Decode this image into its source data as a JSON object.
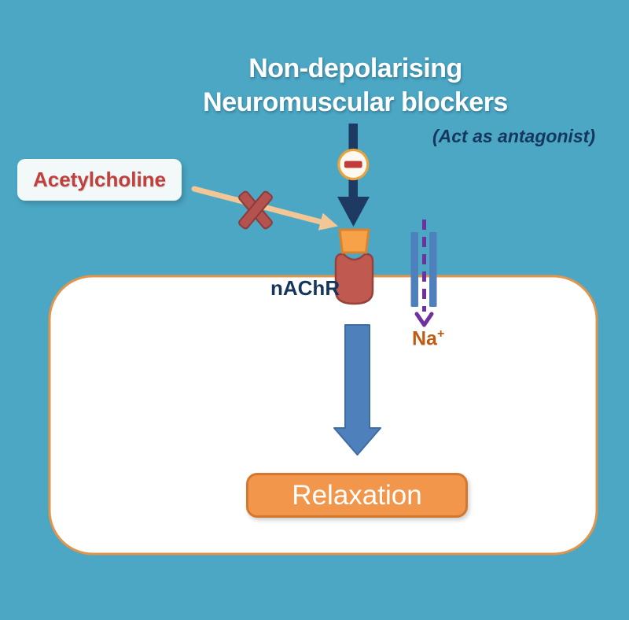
{
  "title": {
    "line1": "Non-depolarising",
    "line2": "Neuromuscular blockers",
    "subtitle": "(Act as antagonist)"
  },
  "labels": {
    "acetylcholine": "Acetylcholine",
    "receptor": "nAChR",
    "sodium_base": "Na",
    "sodium_superscript": "+",
    "result": "Relaxation"
  },
  "icons": {
    "minus_icon": "−",
    "cross_icon": "✕",
    "inhibition_arrow": "down-arrow",
    "acetylcholine_arrow": "right-down-arrow",
    "sodium_flow_arrow": "dashed-down-arrow",
    "result_arrow": "large-down-arrow"
  },
  "colors": {
    "background": "#4BA7C4",
    "title_text": "#FFFFFF",
    "navy": "#1E3A63",
    "subtitle_text": "#16375D",
    "acetylcholine_text": "#C13F3C",
    "acetylcholine_box": "#F3F9F9",
    "tan_arrow": "#F3C795",
    "cross_red": "#B3524E",
    "blocker_orange": "#F7A149",
    "blocker_border": "#D9832E",
    "receptor_red": "#C05A50",
    "receptor_border": "#96413A",
    "cell_fill": "#FFFFFF",
    "cell_border": "#E2954A",
    "channel_blue": "#4E80BC",
    "sodium_arrow_purple": "#7030A0",
    "sodium_text": "#C05C12",
    "result_arrow_blue": "#4E80BC",
    "result_arrow_border": "#3E6CA3",
    "relaxation_fill": "#F2964B",
    "relaxation_border": "#D2782F",
    "relaxation_text": "#FFFFFF",
    "minus_badge_fill": "#FDF8F0",
    "minus_badge_border": "#E8A33D",
    "minus_bar_red": "#C23B38"
  }
}
